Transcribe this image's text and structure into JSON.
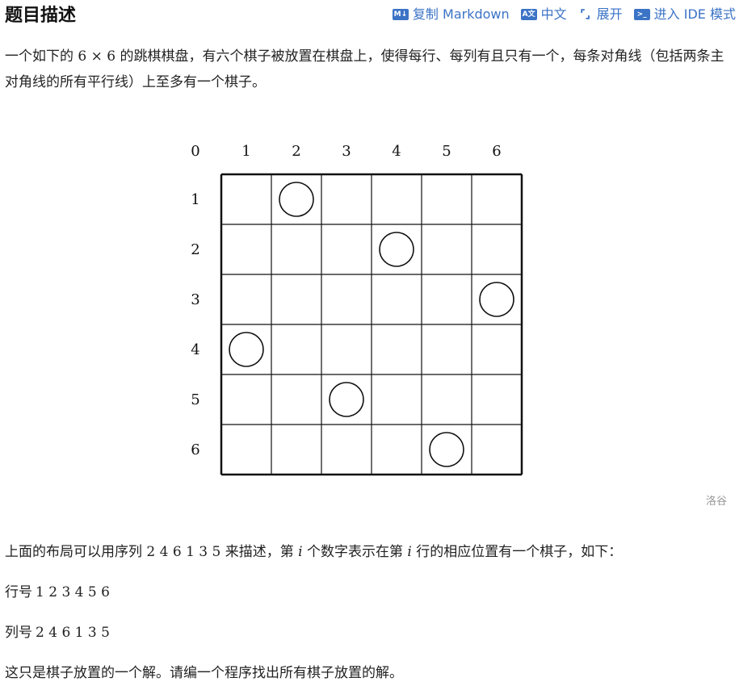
{
  "header": {
    "title": "题目描述",
    "actions": [
      {
        "icon": "markdown-icon",
        "icon_text": "M↓",
        "label": "复制 Markdown"
      },
      {
        "icon": "translate-icon",
        "icon_text": "A文",
        "label": "中文"
      },
      {
        "icon": "expand-icon",
        "icon_text": "⌜⌟",
        "label": "展开"
      },
      {
        "icon": "terminal-icon",
        "icon_text": ">_",
        "label": "进入 IDE 模式"
      }
    ]
  },
  "intro": {
    "part1": "一个如下的 ",
    "math": "6 × 6",
    "part2": " 的跳棋棋盘，有六个棋子被放置在棋盘上，使得每行、每列有且只有一个，每条对角线（包括两条主对角线的所有平行线）上至多有一个棋子。"
  },
  "board": {
    "column_labels": [
      "0",
      "1",
      "2",
      "3",
      "4",
      "5",
      "6"
    ],
    "row_labels": [
      "1",
      "2",
      "3",
      "4",
      "5",
      "6"
    ],
    "size": 6,
    "pieces": [
      {
        "row": 1,
        "col": 2
      },
      {
        "row": 2,
        "col": 4
      },
      {
        "row": 3,
        "col": 6
      },
      {
        "row": 4,
        "col": 1
      },
      {
        "row": 5,
        "col": 3
      },
      {
        "row": 6,
        "col": 5
      }
    ]
  },
  "credit": "洛谷",
  "desc": {
    "part1": "上面的布局可以用序列 ",
    "sequence": "2 4 6 1 3 5",
    "part2": " 来描述，第 ",
    "var1": "i",
    "part3": " 个数字表示在第 ",
    "var2": "i",
    "part4": " 行的相应位置有一个棋子，如下："
  },
  "row_line": {
    "label": "行号",
    "values": "1 2 3 4 5 6"
  },
  "col_line": {
    "label": "列号",
    "values": "2 4 6 1 3 5"
  },
  "final": "这只是棋子放置的一个解。请编一个程序找出所有棋子放置的解。",
  "colors": {
    "link": "#3b73c6",
    "grid": "#111111"
  }
}
